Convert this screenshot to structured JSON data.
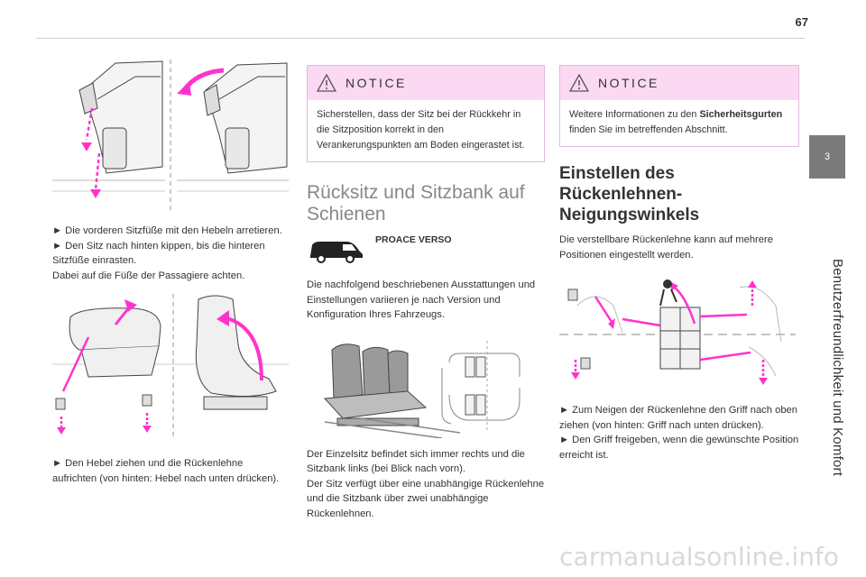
{
  "page": {
    "number": "67"
  },
  "side_tab": {
    "chapter": "3",
    "title": "Benutzerfreundlichkeit und Komfort"
  },
  "col1": {
    "para1": [
      "► Die vorderen Sitzfüße mit den Hebeln arretieren.",
      "► Den Sitz nach hinten kippen, bis die hinteren Sitzfüße einrasten.",
      "Dabei auf die Füße der Passagiere achten."
    ],
    "para2": [
      "► Den Hebel ziehen und die Rückenlehne aufrichten (von hinten: Hebel nach unten drücken)."
    ]
  },
  "col2": {
    "notice": {
      "title": "NOTICE",
      "text": "Sicherstellen, dass der Sitz bei der Rückkehr in die Sitzposition korrekt in den Verankerungspunkten am Boden eingerastet ist."
    },
    "heading": "Rücksitz und Sitzbank auf Schienen",
    "vehicle_label": "PROACE VERSO",
    "para1": "Die nachfolgend beschriebenen Ausstattungen und Einstellungen variieren je nach Version und Konfiguration Ihres Fahrzeugs.",
    "para2": [
      "Der Einzelsitz befindet sich immer rechts und die Sitzbank links (bei Blick nach vorn).",
      "Der Sitz verfügt über eine unabhängige Rückenlehne und die Sitzbank über zwei unabhängige Rückenlehnen."
    ]
  },
  "col3": {
    "notice": {
      "title": "NOTICE",
      "text_prefix": "Weitere Informationen zu den ",
      "text_bold": "Sicherheitsgurten",
      "text_suffix": " finden Sie im betreffenden Abschnitt."
    },
    "heading": "Einstellen des Rückenlehnen-Neigungswinkels",
    "para1": "Die verstellbare Rückenlehne kann auf mehrere Positionen eingestellt werden.",
    "para2": [
      "► Zum Neigen der Rückenlehne den Griff nach oben ziehen (von hinten: Griff nach unten drücken).",
      "► Den Griff freigeben, wenn die gewünschte Position erreicht ist."
    ]
  },
  "watermark": "carmanualsonline.info",
  "colors": {
    "accent_pink": "#ff33cc",
    "notice_bg": "#fbd9f3",
    "tab_gray": "#7a7a7a"
  }
}
